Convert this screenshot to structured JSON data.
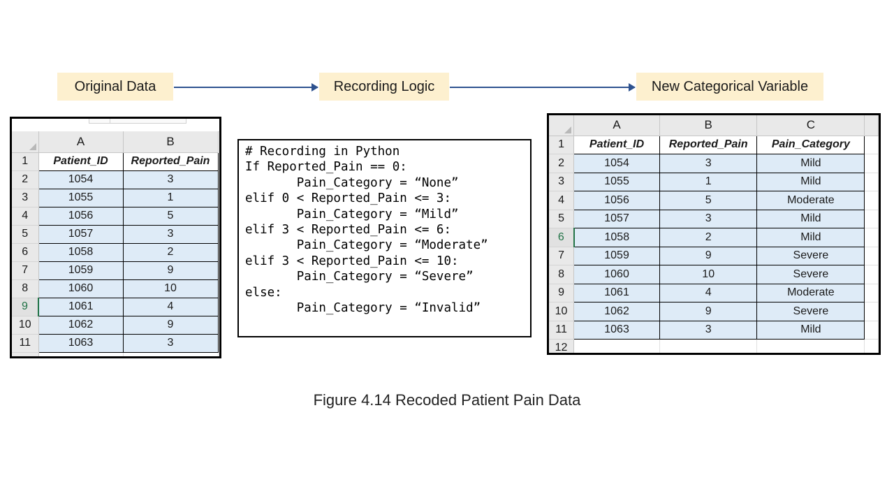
{
  "flow": {
    "stages": [
      "Original Data",
      "Recording Logic",
      "New Categorical Variable"
    ]
  },
  "left_sheet": {
    "column_letters": [
      "A",
      "B"
    ],
    "header_row_number": "1",
    "headers": [
      "Patient_ID",
      "Reported_Pain"
    ],
    "rows": [
      {
        "num": "2",
        "cells": [
          "1054",
          "3"
        ]
      },
      {
        "num": "3",
        "cells": [
          "1055",
          "1"
        ]
      },
      {
        "num": "4",
        "cells": [
          "1056",
          "5"
        ]
      },
      {
        "num": "5",
        "cells": [
          "1057",
          "3"
        ]
      },
      {
        "num": "6",
        "cells": [
          "1058",
          "2"
        ]
      },
      {
        "num": "7",
        "cells": [
          "1059",
          "9"
        ]
      },
      {
        "num": "8",
        "cells": [
          "1060",
          "10"
        ]
      },
      {
        "num": "9",
        "cells": [
          "1061",
          "4"
        ]
      },
      {
        "num": "10",
        "cells": [
          "1062",
          "9"
        ]
      },
      {
        "num": "11",
        "cells": [
          "1063",
          "3"
        ]
      }
    ],
    "active_row": "9"
  },
  "code": {
    "lines": [
      "# Recording in Python",
      "If Reported_Pain == 0:",
      "       Pain_Category = “None”",
      "elif 0 < Reported_Pain <= 3:",
      "       Pain_Category = “Mild”",
      "elif 3 < Reported_Pain <= 6:",
      "       Pain_Category = “Moderate”",
      "elif 3 < Reported_Pain <= 10:",
      "       Pain_Category = “Severe”",
      "else:",
      "       Pain_Category = “Invalid”"
    ]
  },
  "right_sheet": {
    "column_letters": [
      "A",
      "B",
      "C"
    ],
    "header_row_number": "1",
    "headers": [
      "Patient_ID",
      "Reported_Pain",
      "Pain_Category"
    ],
    "rows": [
      {
        "num": "2",
        "cells": [
          "1054",
          "3",
          "Mild"
        ]
      },
      {
        "num": "3",
        "cells": [
          "1055",
          "1",
          "Mild"
        ]
      },
      {
        "num": "4",
        "cells": [
          "1056",
          "5",
          "Moderate"
        ]
      },
      {
        "num": "5",
        "cells": [
          "1057",
          "3",
          "Mild"
        ]
      },
      {
        "num": "6",
        "cells": [
          "1058",
          "2",
          "Mild"
        ]
      },
      {
        "num": "7",
        "cells": [
          "1059",
          "9",
          "Severe"
        ]
      },
      {
        "num": "8",
        "cells": [
          "1060",
          "10",
          "Severe"
        ]
      },
      {
        "num": "9",
        "cells": [
          "1061",
          "4",
          "Moderate"
        ]
      },
      {
        "num": "10",
        "cells": [
          "1062",
          "9",
          "Severe"
        ]
      },
      {
        "num": "11",
        "cells": [
          "1063",
          "3",
          "Mild"
        ]
      }
    ],
    "trailing_row_number": "12",
    "active_row": "6"
  },
  "caption": "Figure 4.14 Recoded Patient Pain Data"
}
